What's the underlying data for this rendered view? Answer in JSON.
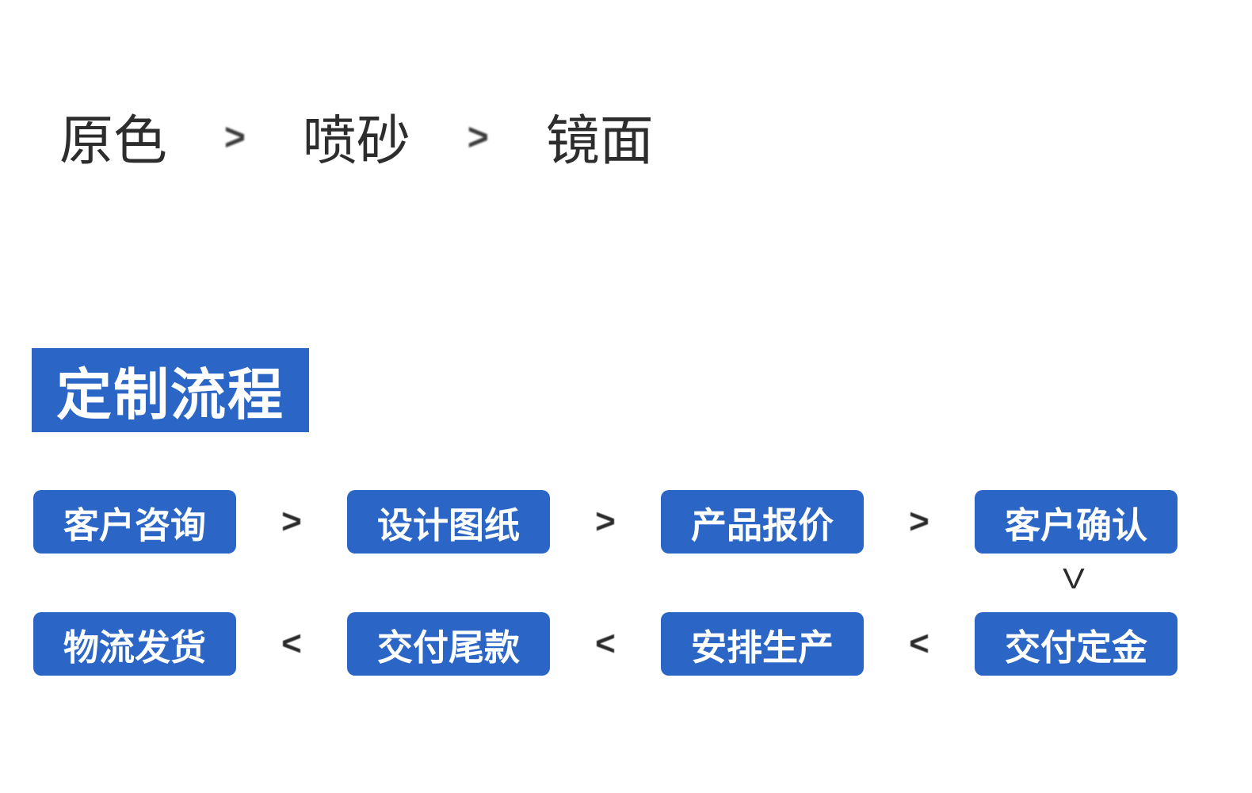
{
  "page": {
    "background_color": "#ffffff"
  },
  "finish_options": {
    "items": [
      "原色",
      "喷砂",
      "镜面"
    ],
    "separator": ">",
    "text_color": "#2d2d2d"
  },
  "section_header": {
    "label": "定制流程",
    "bg_color": "#2b66c6",
    "text_color": "#ffffff"
  },
  "process_flow": {
    "box_bg_color": "#2b66c6",
    "box_text_color": "#ffffff",
    "arrow_color": "#2b2b2b",
    "row1": {
      "steps": [
        "客户咨询",
        "设计图纸",
        "产品报价",
        "客户确认"
      ],
      "separator": ">"
    },
    "connector_down": "V",
    "row2": {
      "steps": [
        "物流发货",
        "交付尾款",
        "安排生产",
        "交付定金"
      ],
      "separator": "<"
    }
  }
}
